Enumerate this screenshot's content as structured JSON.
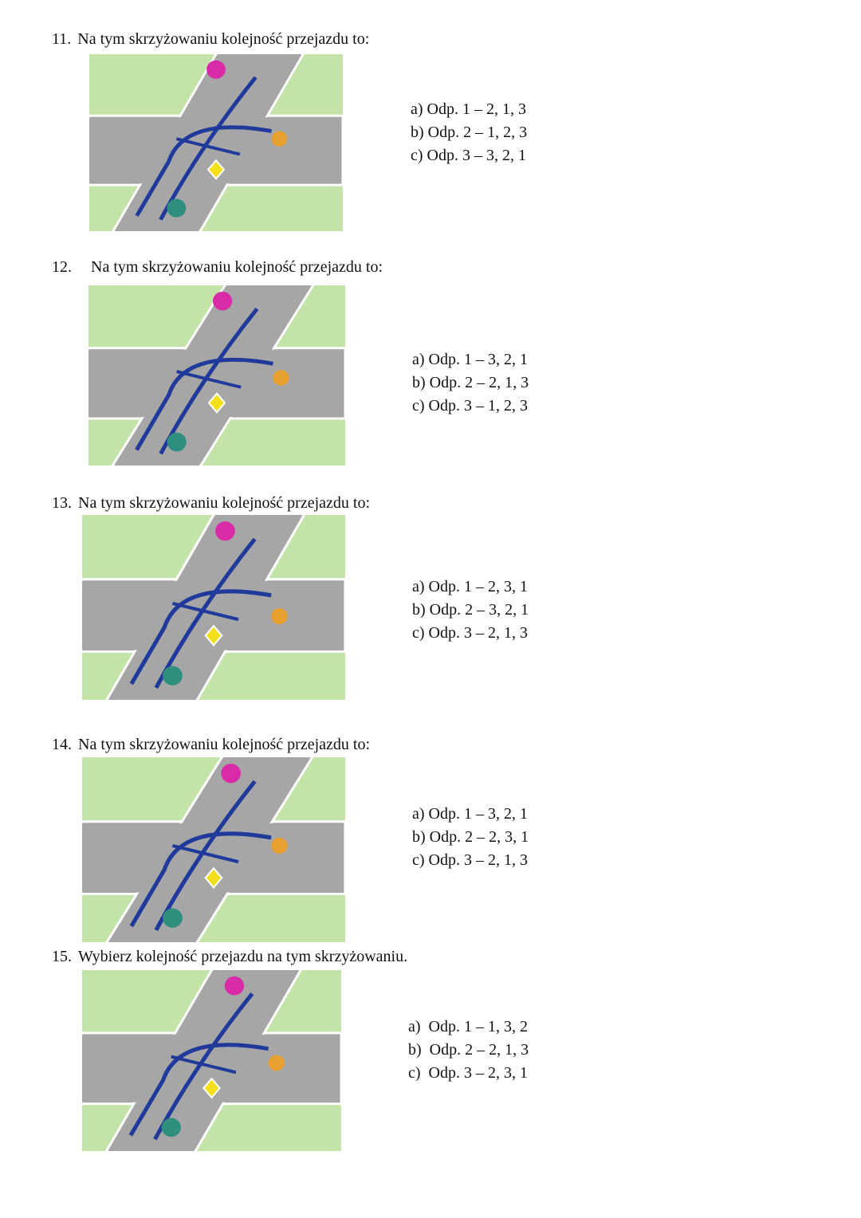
{
  "questions": [
    {
      "number": "11.",
      "text": "Na tym skrzyżowaniu kolejność przejazdu to:",
      "answers": [
        "a) Odp. 1 – 2, 1, 3",
        "b) Odp. 2 – 1, 2, 3",
        "c) Odp. 3 – 3, 2, 1"
      ]
    },
    {
      "number": "12.",
      "text": "Na tym skrzyżowaniu kolejność przejazdu to:",
      "answers": [
        "a) Odp. 1 – 3, 2, 1",
        "b) Odp. 2 – 2, 1, 3",
        "c) Odp. 3 – 1, 2, 3"
      ]
    },
    {
      "number": "13.",
      "text": "Na tym skrzyżowaniu kolejność przejazdu to:",
      "answers": [
        "a) Odp. 1 – 2, 3, 1",
        "b) Odp. 2 – 3, 2, 1",
        "c) Odp. 3 – 2, 1, 3"
      ]
    },
    {
      "number": "14.",
      "text": "Na tym skrzyżowaniu kolejność przejazdu to:",
      "answers": [
        "a) Odp. 1 – 3, 2, 1",
        "b) Odp. 2 – 2, 3, 1",
        "c) Odp. 3 – 2, 1, 3"
      ]
    },
    {
      "number": "15.",
      "text": "Wybierz kolejność przejazdu na tym skrzyżowaniu.",
      "answers": [
        "a)  Odp. 1 – 1, 3, 2",
        "b)  Odp. 2 – 2, 1, 3",
        "c)  Odp. 3 – 2, 3, 1"
      ]
    }
  ],
  "colors": {
    "grass": "#c3e3a8",
    "road": "#a6a6a6",
    "arrow": "#1f3a9a"
  }
}
